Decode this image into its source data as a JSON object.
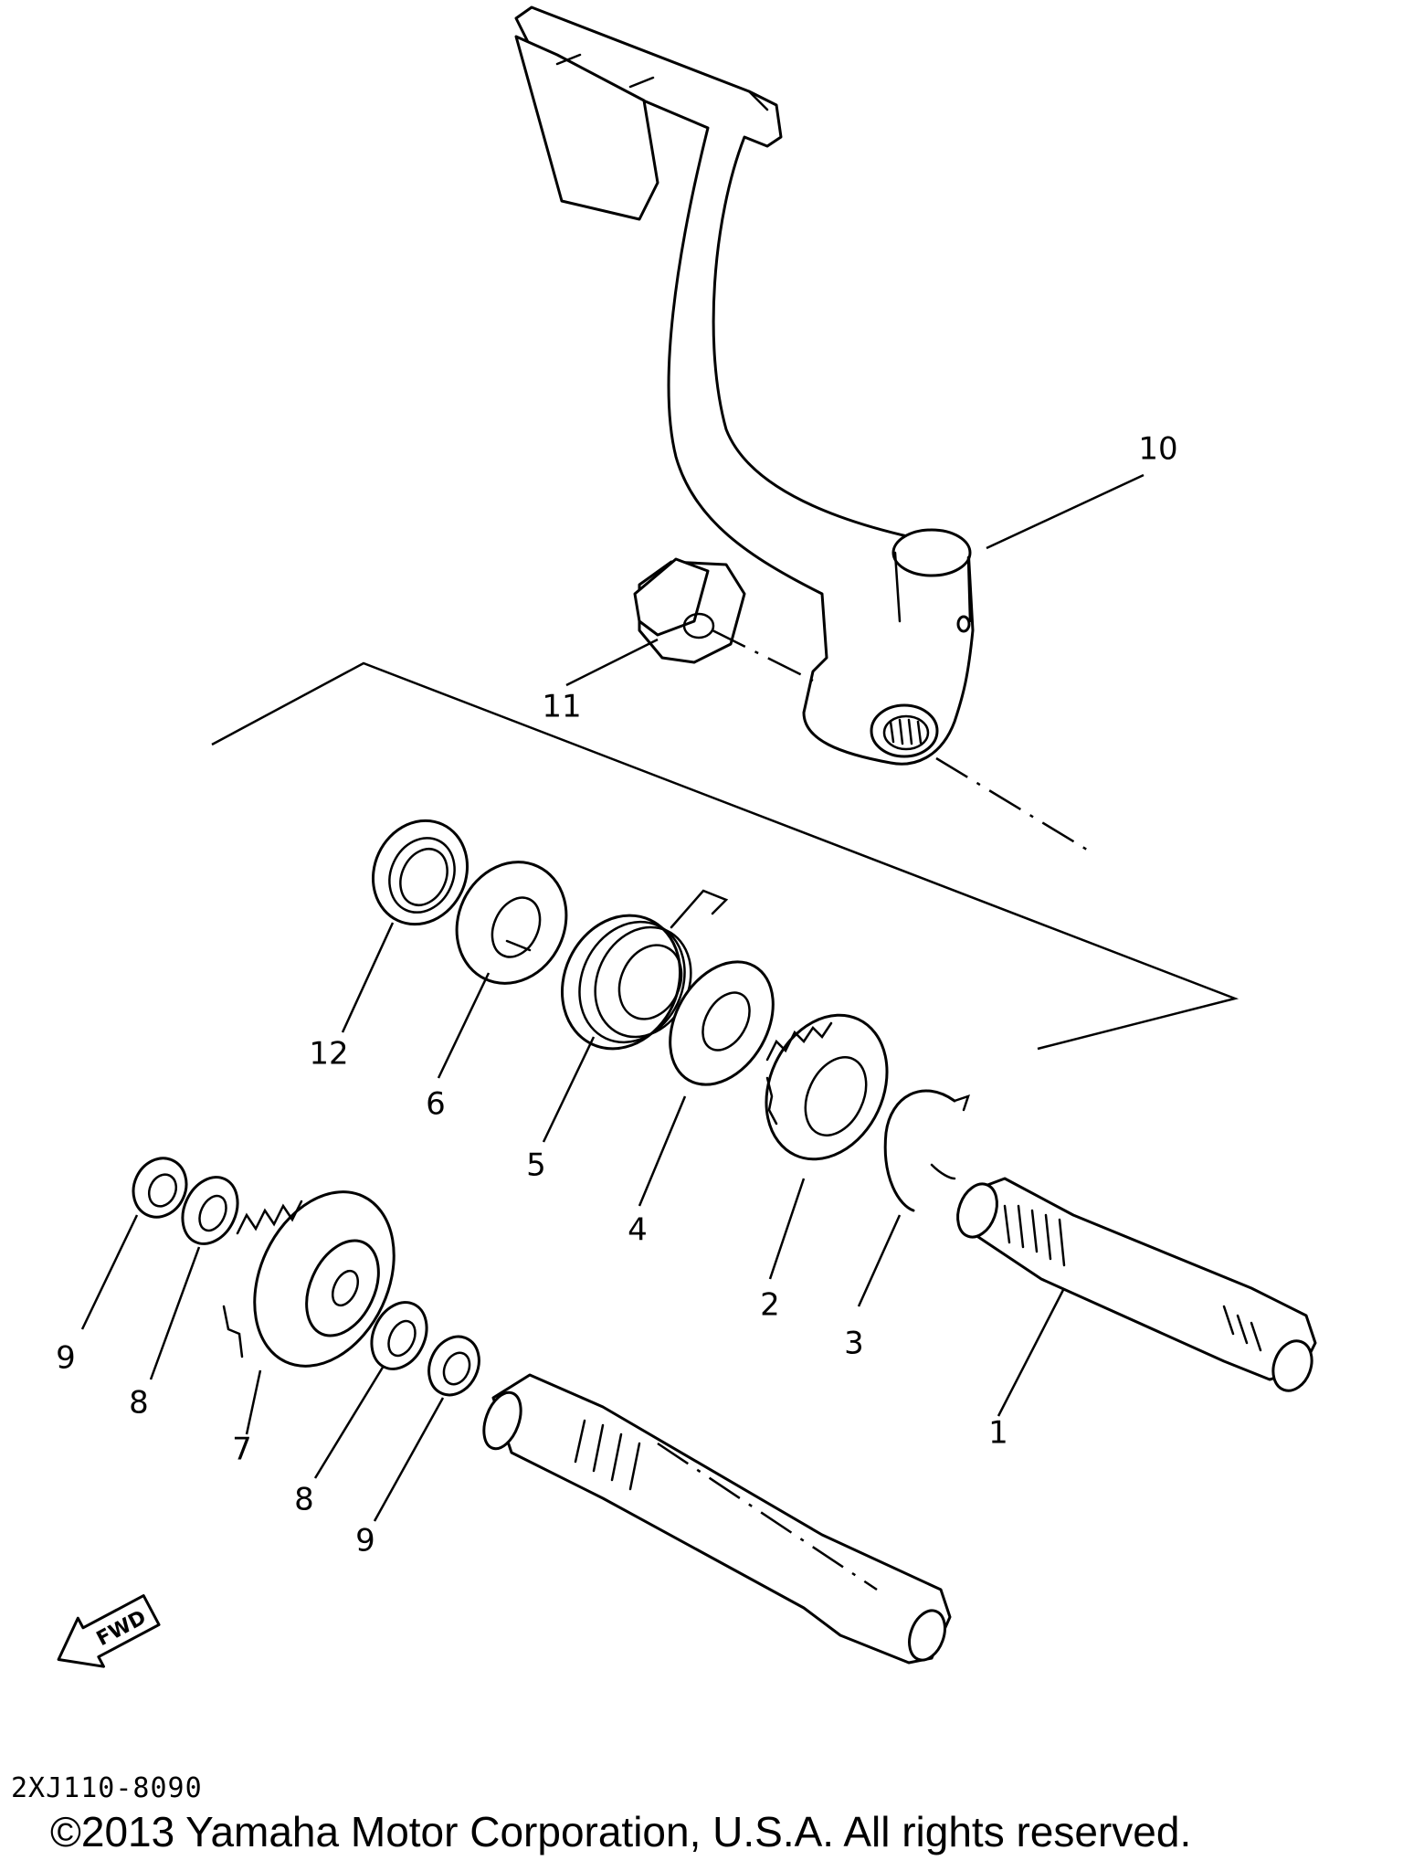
{
  "callouts": {
    "c1": "1",
    "c2": "2",
    "c3": "3",
    "c4": "4",
    "c5": "5",
    "c6": "6",
    "c7": "7",
    "c8a": "8",
    "c8b": "8",
    "c9a": "9",
    "c9b": "9",
    "c10": "10",
    "c11": "11",
    "c12": "12"
  },
  "fwd_label": "FWD",
  "diagram_code": "2XJ110-8090",
  "copyright": "©2013 Yamaha Motor Corporation, U.S.A. All rights reserved."
}
